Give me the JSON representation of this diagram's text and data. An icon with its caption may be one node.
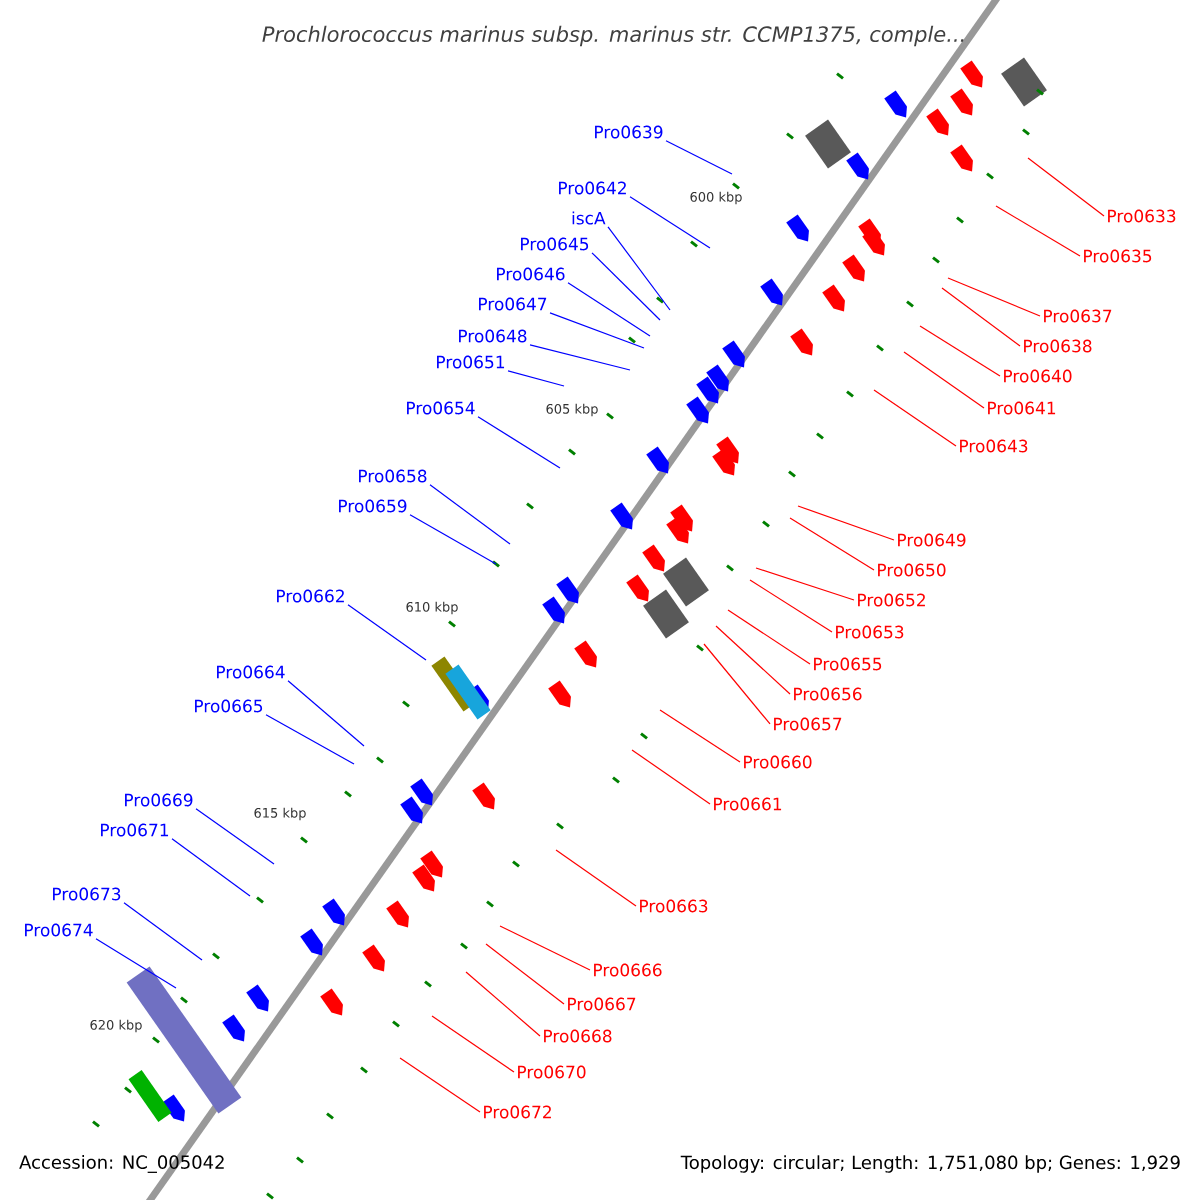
{
  "diagram": {
    "title": "*Prochlorococcus marinus* subsp. *marinus* str. CCMP1375, comple...",
    "nodes": [
      {
        "text": [
          "Pro0639"
        ]
      },
      {
        "text": [
          "Pro0642"
        ]
      },
      {
        "text": [
          "iscA"
        ]
      },
      {
        "text": [
          "Pro0645"
        ]
      },
      {
        "text": [
          "Pro0646"
        ]
      },
      {
        "text": [
          "Pro0647"
        ]
      },
      {
        "text": [
          "Pro0648"
        ]
      },
      {
        "text": [
          "Pro0651"
        ]
      },
      {
        "text": [
          "Pro0654"
        ]
      },
      {
        "text": [
          "Pro0658"
        ]
      },
      {
        "text": [
          "Pro0659"
        ]
      },
      {
        "text": [
          "Pro0662"
        ]
      },
      {
        "text": [
          "Pro0664"
        ]
      },
      {
        "text": [
          "Pro0665"
        ]
      },
      {
        "text": [
          "Pro0669"
        ]
      },
      {
        "text": [
          "Pro0671"
        ]
      },
      {
        "text": [
          "Pro0673"
        ]
      },
      {
        "text": [
          "Pro0674"
        ]
      },
      {
        "text": [
          "Pro0633"
        ]
      },
      {
        "text": [
          "Pro0635"
        ]
      },
      {
        "text": [
          "Pro0637"
        ]
      },
      {
        "text": [
          "Pro0638"
        ]
      },
      {
        "text": [
          "Pro0640"
        ]
      },
      {
        "text": [
          "Pro0641"
        ]
      },
      {
        "text": [
          "Pro0643"
        ]
      },
      {
        "text": [
          "Pro0649"
        ]
      },
      {
        "text": [
          "Pro0650"
        ]
      },
      {
        "text": [
          "Pro0652"
        ]
      },
      {
        "text": [
          "Pro0653"
        ]
      },
      {
        "text": [
          "Pro0655"
        ]
      },
      {
        "text": [
          "Pro0656"
        ]
      },
      {
        "text": [
          "Pro0657"
        ]
      },
      {
        "text": [
          "Pro0660"
        ]
      },
      {
        "text": [
          "Pro0661"
        ]
      },
      {
        "text": [
          "Pro0663"
        ]
      },
      {
        "text": [
          "Pro0666"
        ]
      },
      {
        "text": [
          "Pro0667"
        ]
      },
      {
        "text": [
          "Pro0668"
        ]
      },
      {
        "text": [
          "Pro0670"
        ]
      },
      {
        "text": [
          "Pro0672"
        ]
      }
    ],
    "edges": [
      {
        "from": 0,
        "to": null,
        "arrow": "none",
        "color": "#0000ff"
      },
      {
        "from": 1,
        "to": null,
        "arrow": "none",
        "color": "#0000ff"
      },
      {
        "from": 2,
        "to": null,
        "arrow": "none",
        "color": "#0000ff"
      },
      {
        "from": 3,
        "to": null,
        "arrow": "none",
        "color": "#0000ff"
      },
      {
        "from": 4,
        "to": null,
        "arrow": "none",
        "color": "#0000ff"
      },
      {
        "from": 5,
        "to": null,
        "arrow": "none",
        "color": "#0000ff"
      },
      {
        "from": 6,
        "to": null,
        "arrow": "none",
        "color": "#0000ff"
      },
      {
        "from": 7,
        "to": null,
        "arrow": "none",
        "color": "#0000ff"
      },
      {
        "from": 8,
        "to": null,
        "arrow": "none",
        "color": "#0000ff"
      },
      {
        "from": 9,
        "to": null,
        "arrow": "none",
        "color": "#0000ff"
      },
      {
        "from": 10,
        "to": null,
        "arrow": "none",
        "color": "#0000ff"
      },
      {
        "from": 11,
        "to": null,
        "arrow": "none",
        "color": "#0000ff"
      },
      {
        "from": 12,
        "to": null,
        "arrow": "none",
        "color": "#0000ff"
      },
      {
        "from": 13,
        "to": null,
        "arrow": "none",
        "color": "#0000ff"
      },
      {
        "from": 14,
        "to": null,
        "arrow": "none",
        "color": "#0000ff"
      },
      {
        "from": 15,
        "to": null,
        "arrow": "none",
        "color": "#0000ff"
      },
      {
        "from": 16,
        "to": null,
        "arrow": "none",
        "color": "#0000ff"
      },
      {
        "from": 17,
        "to": null,
        "arrow": "none",
        "color": "#0000ff"
      },
      {
        "from": 18,
        "to": null,
        "arrow": "none"
      },
      {
        "from": 19,
        "to": null,
        "arrow": "none"
      },
      {
        "from": 20,
        "to": null,
        "arrow": "none"
      },
      {
        "from": 21,
        "to": null,
        "arrow": "none"
      },
      {
        "from": 22,
        "to": null,
        "arrow": "none"
      },
      {
        "from": 23,
        "to": null,
        "arrow": "none"
      },
      {
        "from": 24,
        "to": null,
        "arrow": "none"
      },
      {
        "from": 25,
        "to": null,
        "arrow": "none"
      },
      {
        "from": 26,
        "to": null,
        "arrow": "none"
      },
      {
        "from": 27,
        "to": null,
        "arrow": "none"
      },
      {
        "from": 28,
        "to": null,
        "arrow": "none"
      },
      {
        "from": 29,
        "to": null,
        "arrow": "none"
      },
      {
        "from": 30,
        "to": null,
        "arrow": "none"
      },
      {
        "from": 31,
        "to": null,
        "arrow": "none"
      },
      {
        "from": 32,
        "to": null,
        "arrow": "none"
      },
      {
        "from": 33,
        "to": null,
        "arrow": "none"
      },
      {
        "from": 34,
        "to": null,
        "arrow": "none"
      },
      {
        "from": 35,
        "to": null,
        "arrow": "none"
      },
      {
        "from": 36,
        "to": null,
        "arrow": "none"
      },
      {
        "from": 37,
        "to": null,
        "arrow": "none"
      },
      {
        "from": 38,
        "to": null,
        "arrow": "none"
      },
      {
        "from": 39,
        "to": null,
        "arrow": "none"
      }
    ],
    "labels": [
      "600 kbp",
      "605 kbp",
      "610 kbp",
      "615 kbp",
      "620 kbp",
      "Accession: NC_005042",
      "Topology: circular; Length: 1,751,080 bp; Genes: 1,929"
    ]
  }
}
